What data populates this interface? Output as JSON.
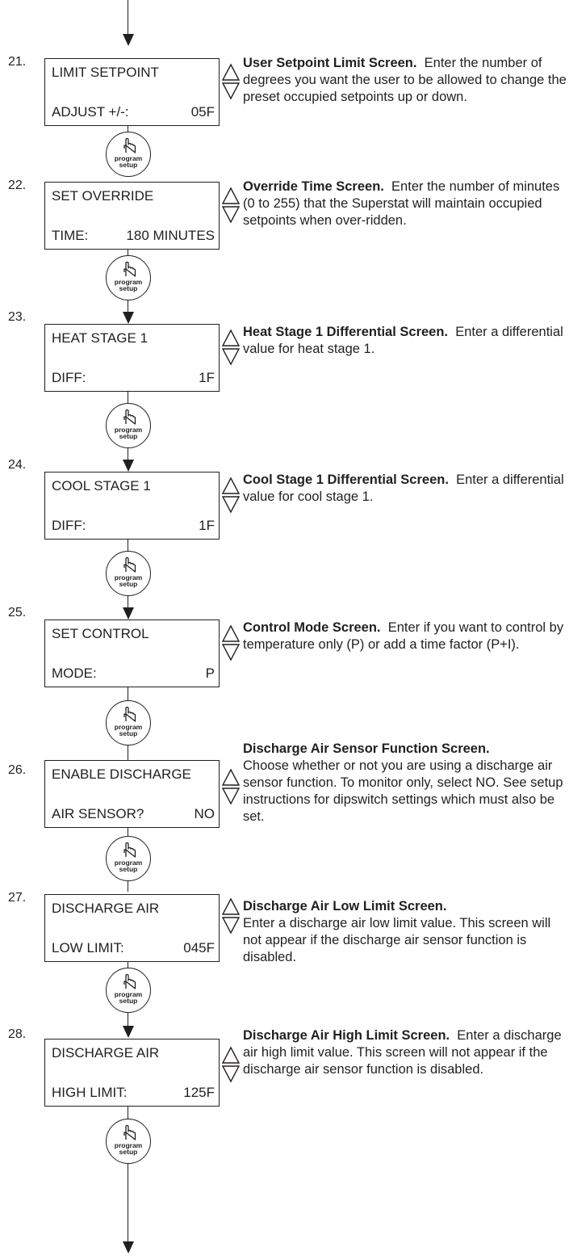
{
  "button": {
    "line1": "program",
    "line2": "setup",
    "icon": "hand-pointer-icon"
  },
  "steps": [
    {
      "num": "21.",
      "lcd_line1": "LIMIT SETPOINT",
      "lcd_line2_left": "ADJUST +/-:",
      "lcd_line2_right": "05F",
      "title": "User Setpoint Limit Screen.",
      "text": "Enter the number of degrees you want the user to be allowed to change the preset occupied setpoints up or down."
    },
    {
      "num": "22.",
      "lcd_line1": "SET OVERRIDE",
      "lcd_line2_left": "TIME:",
      "lcd_line2_right": "180 MINUTES",
      "title": "Override Time Screen.",
      "text": "Enter the number of minutes (0 to 255) that the Superstat will maintain occupied setpoints when over-ridden."
    },
    {
      "num": "23.",
      "lcd_line1": "HEAT STAGE 1",
      "lcd_line2_left": "DIFF:",
      "lcd_line2_right": "1F",
      "title": "Heat Stage 1 Differential Screen.",
      "text": "Enter a differential value for heat stage 1."
    },
    {
      "num": "24.",
      "lcd_line1": "COOL STAGE 1",
      "lcd_line2_left": "DIFF:",
      "lcd_line2_right": "1F",
      "title": "Cool Stage 1 Differential Screen.",
      "text": "Enter a differential value for cool stage 1."
    },
    {
      "num": "25.",
      "lcd_line1": "SET CONTROL",
      "lcd_line2_left": "MODE:",
      "lcd_line2_right": "P",
      "title": "Control Mode Screen.",
      "text": "Enter if you want to control by temperature only (P) or add a time factor (P+I)."
    },
    {
      "num": "26.",
      "lcd_line1": "ENABLE DISCHARGE",
      "lcd_line2_left": "AIR SENSOR?",
      "lcd_line2_right": "NO",
      "title": "Discharge Air Sensor Function Screen.",
      "text": "Choose whether or not you are using a discharge air sensor function. To monitor only, select NO. See setup instructions for dipswitch settings which must also be set."
    },
    {
      "num": "27.",
      "lcd_line1": "DISCHARGE AIR",
      "lcd_line2_left": "LOW LIMIT:",
      "lcd_line2_right": "045F",
      "title": "Discharge Air Low Limit Screen.",
      "text": "Enter a discharge air low limit value. This screen will not appear if the discharge air sensor function is disabled."
    },
    {
      "num": "28.",
      "lcd_line1": "DISCHARGE AIR",
      "lcd_line2_left": "HIGH LIMIT:",
      "lcd_line2_right": "125F",
      "title": "Discharge Air High Limit Screen.",
      "text": "Enter a discharge air high limit value. This screen will not appear if the discharge air sensor function is disabled."
    }
  ]
}
